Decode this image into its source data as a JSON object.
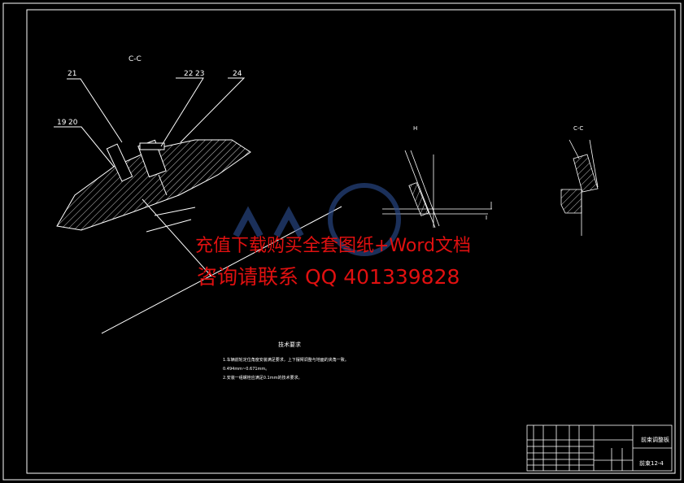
{
  "drawing": {
    "section_label_main": "C-C",
    "balloons": [
      "21",
      "22",
      "23",
      "24",
      "19",
      "20"
    ],
    "top_view_label": "H",
    "right_view_label": "C-C",
    "notes_heading": "技术要求",
    "notes": [
      "1.车辆前轮定位角度安装满足要求，上下摆臂调整与地面的夹角一致。",
      "0.494mm~0.671mm。",
      "2.安装一组螺栓应满足0.1mm的技术要求。"
    ],
    "title_block": {
      "drawing_name": "前束调整板",
      "drawing_number": "前束12-4"
    }
  },
  "watermark": {
    "line1": "充值下载购买全套图纸+Word文档",
    "line2": "咨询请联系  QQ 401339828"
  },
  "colors": {
    "background": "#000000",
    "line": "#ffffff",
    "watermark_text": "#e01010",
    "watermark_logo": "#2a4a8a"
  }
}
